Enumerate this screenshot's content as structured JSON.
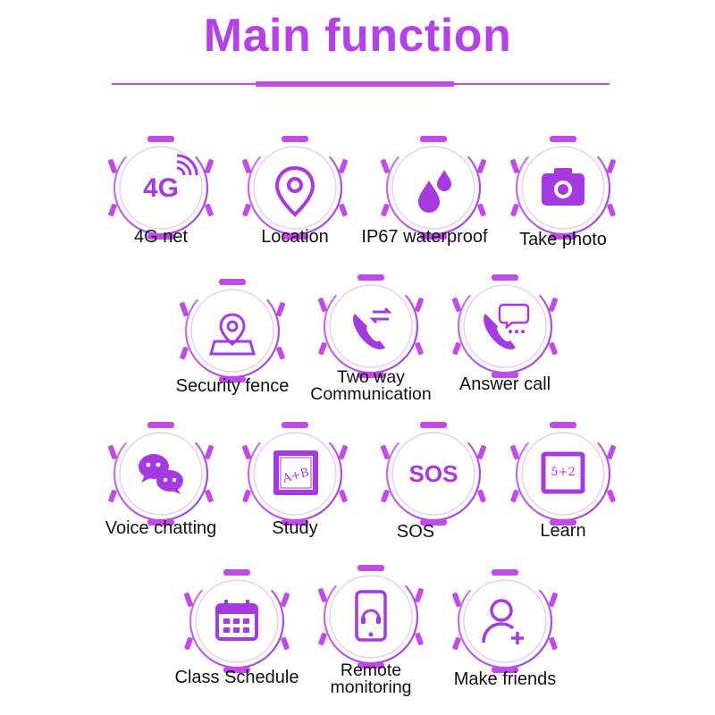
{
  "title": "Main function",
  "colors": {
    "accent": "#b442e6",
    "ring": "#c24ae8",
    "icon": "#a53ae0",
    "text": "#111111"
  },
  "features": [
    {
      "id": "4g",
      "icon": "4g-signal-icon",
      "icon_text": "4G",
      "label": "4G net"
    },
    {
      "id": "location",
      "icon": "location-pin-icon",
      "label": "Location"
    },
    {
      "id": "waterproof",
      "icon": "water-drops-icon",
      "label": "IP67 waterproof"
    },
    {
      "id": "photo",
      "icon": "camera-icon",
      "label": "Take photo"
    },
    {
      "id": "fence",
      "icon": "map-pin-icon",
      "label": "Security fence"
    },
    {
      "id": "twoway",
      "icon": "phone-arrows-icon",
      "label_line1": "Two way",
      "label_line2": "Communication"
    },
    {
      "id": "answer",
      "icon": "phone-chat-icon",
      "label": "Answer call"
    },
    {
      "id": "voice",
      "icon": "chat-bubbles-icon",
      "label": "Voice chatting"
    },
    {
      "id": "study",
      "icon": "book-icon",
      "icon_text": "A+B",
      "label": "Study"
    },
    {
      "id": "sos",
      "icon": "sos-icon",
      "icon_text": "SOS",
      "label": "SOS"
    },
    {
      "id": "learn",
      "icon": "chalkboard-icon",
      "icon_text": "5+2",
      "label": "Learn"
    },
    {
      "id": "schedule",
      "icon": "calendar-icon",
      "label": "Class Schedule"
    },
    {
      "id": "remote",
      "icon": "phone-headset-icon",
      "label_line1": "Remote",
      "label_line2": "monitoring"
    },
    {
      "id": "friends",
      "icon": "add-user-icon",
      "label": "Make friends"
    }
  ]
}
